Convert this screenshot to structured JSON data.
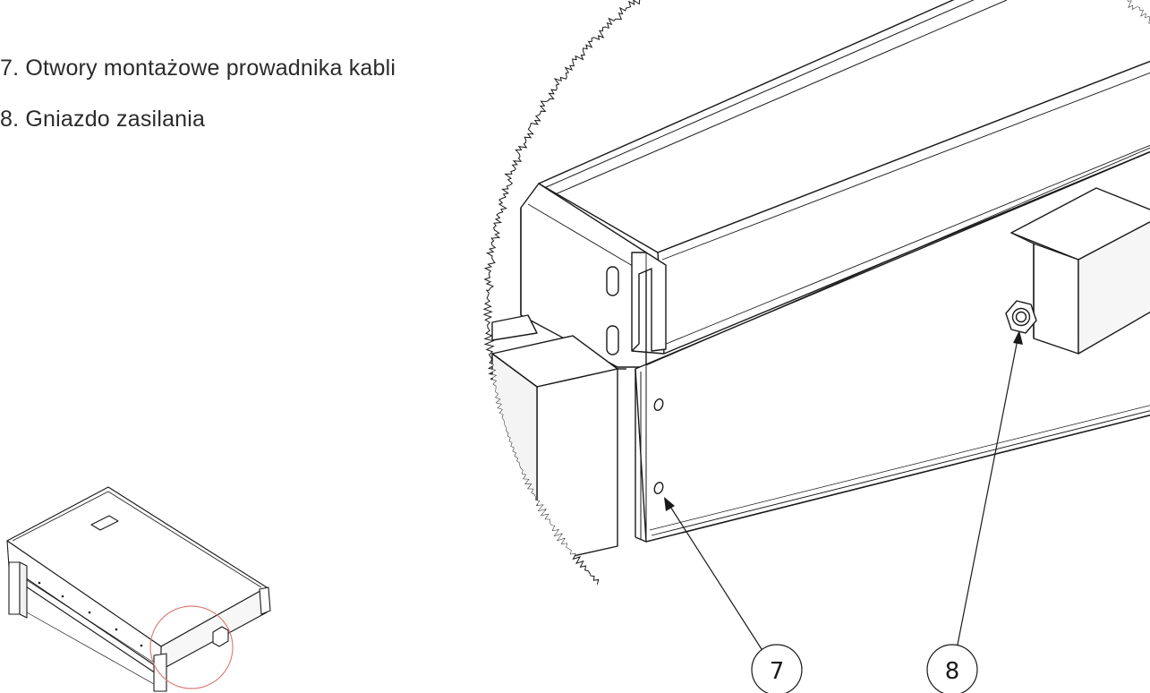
{
  "legend": {
    "items": [
      {
        "text": "7. Otwory montażowe prowadnika kabli"
      },
      {
        "text": "8. Gniazdo zasilania"
      }
    ]
  },
  "callouts": [
    {
      "number": "7",
      "target": "cable-guide-mounting-holes"
    },
    {
      "number": "8",
      "target": "power-socket"
    }
  ],
  "colors": {
    "line": "#1a1a1a",
    "face_light": "#ffffff",
    "face_shade": "#f4f4f4",
    "detail_circle": "#d9807a",
    "text": "#2b2b2b"
  }
}
